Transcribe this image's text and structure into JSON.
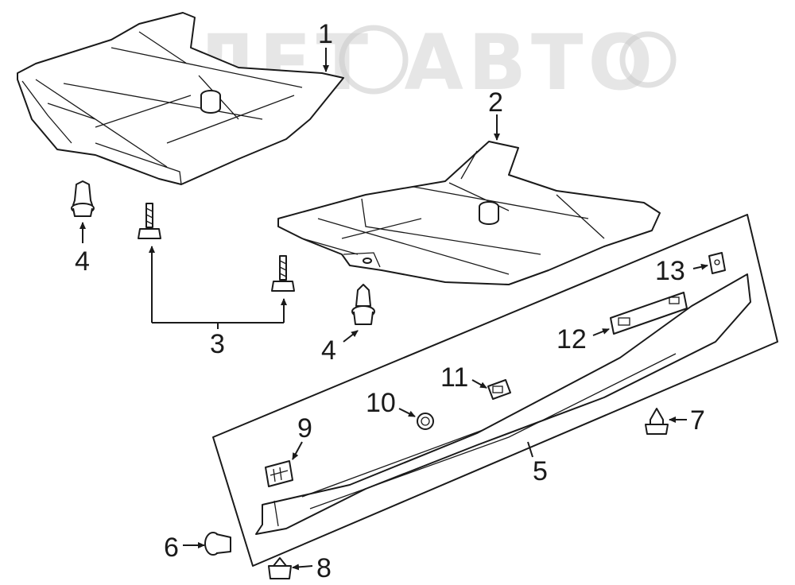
{
  "watermark": {
    "text": "АЛЕТ АВТО"
  },
  "callouts": {
    "c1": "1",
    "c2": "2",
    "c3": "3",
    "c4a": "4",
    "c4b": "4",
    "c5": "5",
    "c6": "6",
    "c7": "7",
    "c8": "8",
    "c9": "9",
    "c10": "10",
    "c11": "11",
    "c12": "12",
    "c13": "13"
  },
  "colors": {
    "line": "#1a1a1a",
    "watermark": "#c8c8c8"
  }
}
